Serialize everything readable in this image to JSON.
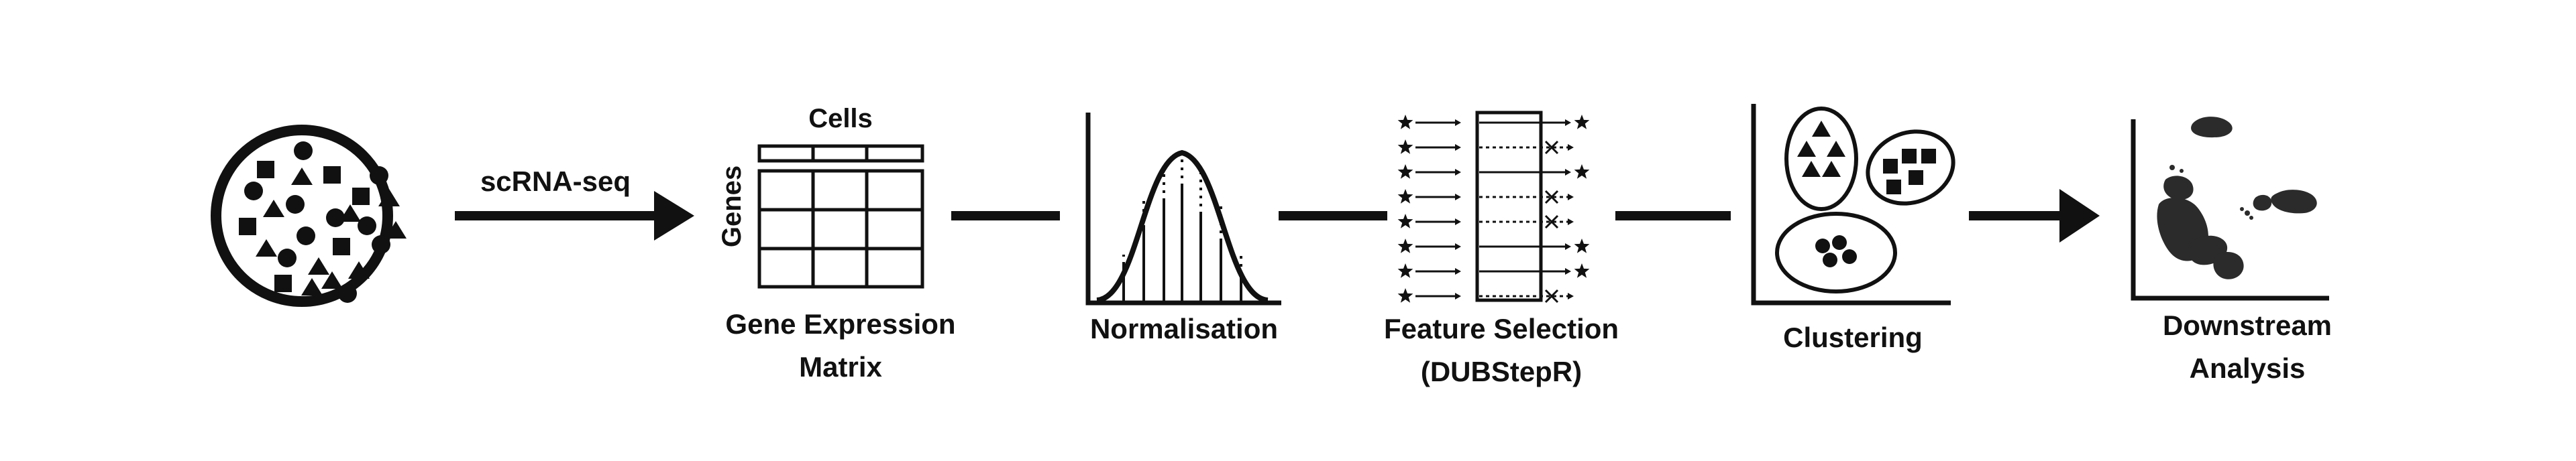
{
  "labels": {
    "scrna": "scRNA-seq",
    "cells": "Cells",
    "genes": "Genes",
    "gem_line1": "Gene Expression",
    "gem_line2": "Matrix",
    "normalisation": "Normalisation",
    "feature_line1": "Feature Selection",
    "feature_line2": "(DUBStepR)",
    "clustering": "Clustering",
    "downstream_line1": "Downstream",
    "downstream_line2": "Analysis"
  },
  "feature_selection": {
    "rows": [
      "selected",
      "rejected",
      "selected",
      "rejected",
      "rejected",
      "selected",
      "selected",
      "rejected"
    ]
  },
  "colors": {
    "ink": "#111111",
    "umap": "#2b2b2b"
  }
}
